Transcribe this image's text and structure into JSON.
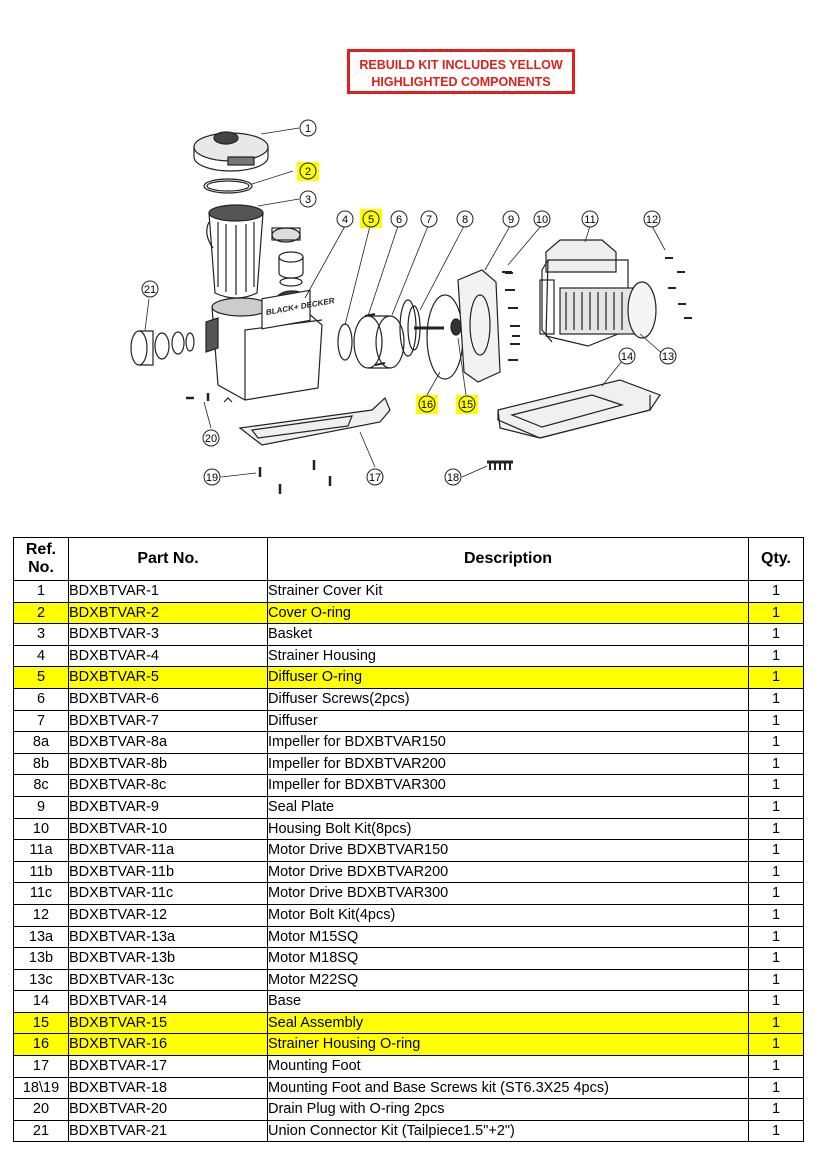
{
  "notice": {
    "line1": "REBUILD KIT INCLUDES YELLOW",
    "line2": "HIGHLIGHTED COMPONENTS",
    "color": "#e0201b"
  },
  "highlight_color": "#ffff00",
  "diagram": {
    "callouts": [
      "1",
      "2",
      "3",
      "4",
      "5",
      "6",
      "7",
      "8",
      "9",
      "10",
      "11",
      "12",
      "13",
      "14",
      "15",
      "16",
      "17",
      "18",
      "19",
      "20",
      "21"
    ],
    "highlighted_callouts": [
      "2",
      "5",
      "15",
      "16"
    ],
    "logo_text": "BLACK+ DECKER"
  },
  "table": {
    "headers": {
      "ref": "Ref. No.",
      "part_no": "Part No.",
      "description": "Description",
      "qty": "Qty."
    },
    "rows": [
      {
        "ref": "1",
        "part_no": "BDXBTVAR-1",
        "description": "Strainer Cover Kit",
        "qty": "1",
        "highlight": false
      },
      {
        "ref": "2",
        "part_no": "BDXBTVAR-2",
        "description": "Cover O-ring",
        "qty": "1",
        "highlight": true
      },
      {
        "ref": "3",
        "part_no": "BDXBTVAR-3",
        "description": "Basket",
        "qty": "1",
        "highlight": false
      },
      {
        "ref": "4",
        "part_no": "BDXBTVAR-4",
        "description": "Strainer Housing",
        "qty": "1",
        "highlight": false
      },
      {
        "ref": "5",
        "part_no": "BDXBTVAR-5",
        "description": "Diffuser O-ring",
        "qty": "1",
        "highlight": true
      },
      {
        "ref": "6",
        "part_no": "BDXBTVAR-6",
        "description": "Diffuser Screws(2pcs)",
        "qty": "1",
        "highlight": false
      },
      {
        "ref": "7",
        "part_no": "BDXBTVAR-7",
        "description": "Diffuser",
        "qty": "1",
        "highlight": false
      },
      {
        "ref": "8a",
        "part_no": "BDXBTVAR-8a",
        "description": "Impeller for BDXBTVAR150",
        "qty": "1",
        "highlight": false
      },
      {
        "ref": "8b",
        "part_no": "BDXBTVAR-8b",
        "description": "Impeller for BDXBTVAR200",
        "qty": "1",
        "highlight": false
      },
      {
        "ref": "8c",
        "part_no": "BDXBTVAR-8c",
        "description": "Impeller for BDXBTVAR300",
        "qty": "1",
        "highlight": false
      },
      {
        "ref": "9",
        "part_no": "BDXBTVAR-9",
        "description": "Seal Plate",
        "qty": "1",
        "highlight": false
      },
      {
        "ref": "10",
        "part_no": "BDXBTVAR-10",
        "description": "Housing Bolt Kit(8pcs)",
        "qty": "1",
        "highlight": false
      },
      {
        "ref": "11a",
        "part_no": "BDXBTVAR-11a",
        "description": "Motor Drive BDXBTVAR150",
        "qty": "1",
        "highlight": false
      },
      {
        "ref": "11b",
        "part_no": "BDXBTVAR-11b",
        "description": "Motor Drive BDXBTVAR200",
        "qty": "1",
        "highlight": false
      },
      {
        "ref": "11c",
        "part_no": "BDXBTVAR-11c",
        "description": "Motor Drive BDXBTVAR300",
        "qty": "1",
        "highlight": false
      },
      {
        "ref": "12",
        "part_no": "BDXBTVAR-12",
        "description": "Motor Bolt Kit(4pcs)",
        "qty": "1",
        "highlight": false
      },
      {
        "ref": "13a",
        "part_no": "BDXBTVAR-13a",
        "description": "Motor M15SQ",
        "qty": "1",
        "highlight": false
      },
      {
        "ref": "13b",
        "part_no": "BDXBTVAR-13b",
        "description": "Motor M18SQ",
        "qty": "1",
        "highlight": false
      },
      {
        "ref": "13c",
        "part_no": "BDXBTVAR-13c",
        "description": "Motor M22SQ",
        "qty": "1",
        "highlight": false
      },
      {
        "ref": "14",
        "part_no": "BDXBTVAR-14",
        "description": "Base",
        "qty": "1",
        "highlight": false
      },
      {
        "ref": "15",
        "part_no": "BDXBTVAR-15",
        "description": "Seal Assembly",
        "qty": "1",
        "highlight": true
      },
      {
        "ref": "16",
        "part_no": "BDXBTVAR-16",
        "description": "Strainer Housing O-ring",
        "qty": "1",
        "highlight": true
      },
      {
        "ref": "17",
        "part_no": "BDXBTVAR-17",
        "description": "Mounting Foot",
        "qty": "1",
        "highlight": false
      },
      {
        "ref": "18\\19",
        "part_no": "BDXBTVAR-18",
        "description": "Mounting Foot and Base Screws kit (ST6.3X25 4pcs)",
        "qty": "1",
        "highlight": false
      },
      {
        "ref": "20",
        "part_no": "BDXBTVAR-20",
        "description": "Drain Plug with O-ring 2pcs",
        "qty": "1",
        "highlight": false
      },
      {
        "ref": "21",
        "part_no": "BDXBTVAR-21",
        "description": "Union Connector Kit (Tailpiece1.5\"+2\")",
        "qty": "1",
        "highlight": false
      }
    ]
  }
}
